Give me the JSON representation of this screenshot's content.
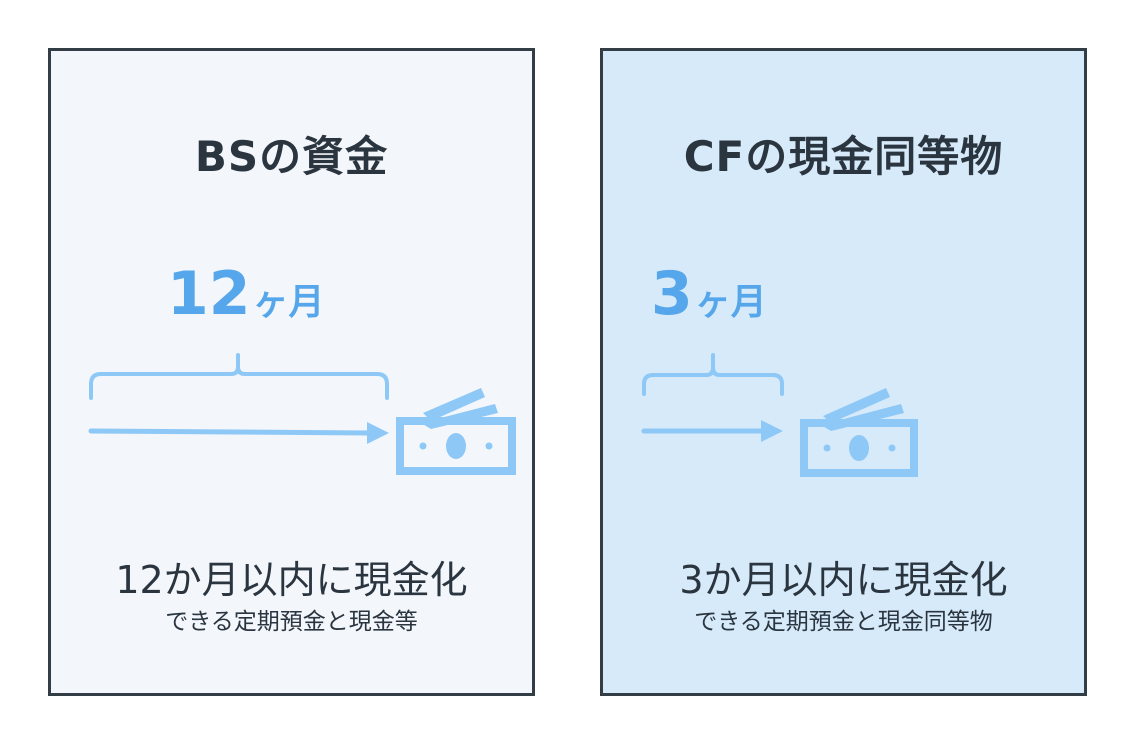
{
  "panels": {
    "bs": {
      "title": "BSの資金",
      "period_number": "12",
      "period_unit": "ヶ月",
      "caption_main": "12か月以内に現金化",
      "caption_sub": "できる定期預金と現金等"
    },
    "cf": {
      "title": "CFの現金同等物",
      "period_number": "3",
      "period_unit": "ヶ月",
      "caption_main": "3か月以内に現金化",
      "caption_sub": "できる定期預金と現金同等物"
    }
  },
  "colors": {
    "accent_blue": "#55a6ea",
    "light_blue": "#8ec8f6",
    "bs_panel_bg": "#f3f6fa",
    "cf_panel_bg": "#d7eaf9",
    "border": "#333d45",
    "text": "#2a3540"
  },
  "icons": {
    "bracket": "curly-brace-icon",
    "arrow": "right-arrow-icon",
    "money": "banknote-stack-icon"
  }
}
